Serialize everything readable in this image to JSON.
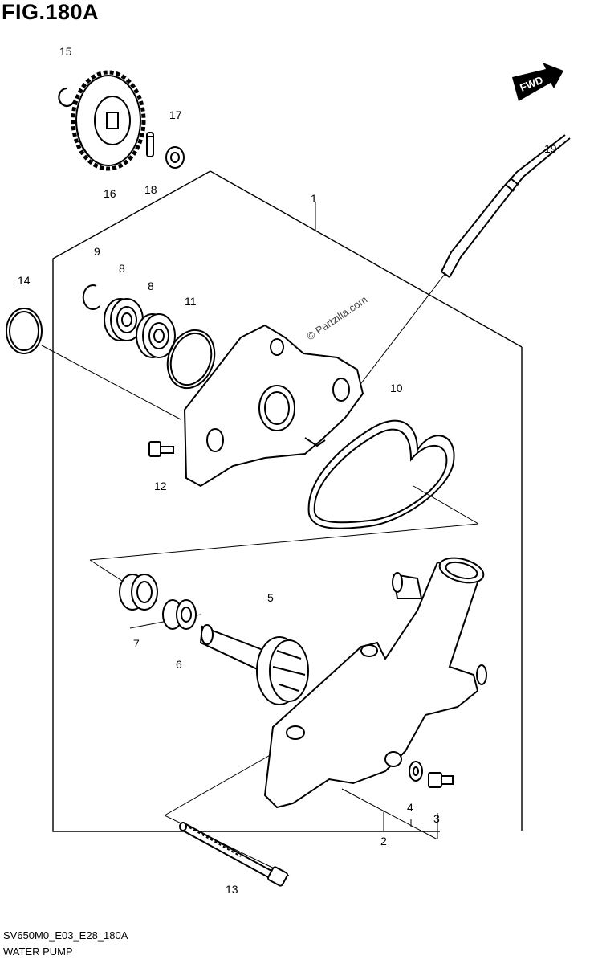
{
  "figure_title": "FIG.180A",
  "diagram_code": "SV650M0_E03_E28_180A",
  "diagram_caption": "WATER PUMP",
  "watermark": "© Partzilla.com",
  "fwd_label": "FWD",
  "callouts": {
    "p1": "1",
    "p2": "2",
    "p3": "3",
    "p4": "4",
    "p5": "5",
    "p6": "6",
    "p7": "7",
    "p8a": "8",
    "p8b": "8",
    "p9": "9",
    "p10": "10",
    "p11": "11",
    "p12": "12",
    "p13": "13",
    "p14": "14",
    "p15": "15",
    "p16": "16",
    "p17": "17",
    "p18": "18",
    "p19": "19"
  }
}
